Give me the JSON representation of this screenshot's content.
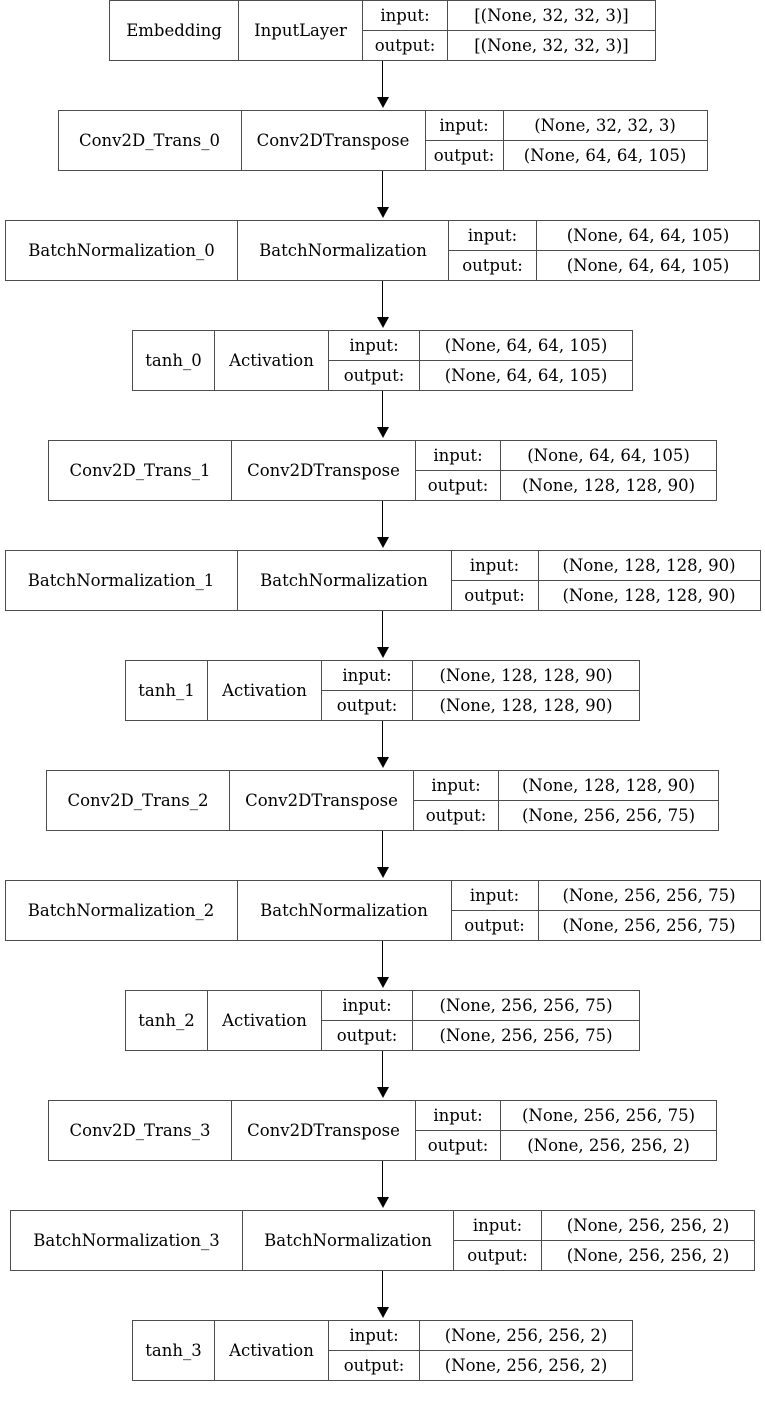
{
  "diagram": {
    "kind": "keras-model-plot",
    "orientation": "top-to-bottom",
    "io_labels": {
      "input": "input:",
      "output": "output:"
    },
    "arrow_icon": "arrow-down-icon",
    "layers": [
      {
        "name": "Embedding",
        "type": "InputLayer",
        "input_shape": "[(None, 32, 32, 3)]",
        "output_shape": "[(None, 32, 32, 3)]",
        "name_w": 129,
        "type_w": 124,
        "iolabel_w": 85,
        "iovalue_w": 207
      },
      {
        "name": "Conv2D_Trans_0",
        "type": "Conv2DTranspose",
        "input_shape": "(None, 32, 32, 3)",
        "output_shape": "(None, 64, 64, 105)",
        "name_w": 183,
        "type_w": 184,
        "iolabel_w": 78,
        "iovalue_w": 203
      },
      {
        "name": "BatchNormalization_0",
        "type": "BatchNormalization",
        "input_shape": "(None, 64, 64, 105)",
        "output_shape": "(None, 64, 64, 105)",
        "name_w": 232,
        "type_w": 211,
        "iolabel_w": 88,
        "iovalue_w": 222
      },
      {
        "name": "tanh_0",
        "type": "Activation",
        "input_shape": "(None, 64, 64, 105)",
        "output_shape": "(None, 64, 64, 105)",
        "name_w": 82,
        "type_w": 114,
        "iolabel_w": 91,
        "iovalue_w": 212
      },
      {
        "name": "Conv2D_Trans_1",
        "type": "Conv2DTranspose",
        "input_shape": "(None, 64, 64, 105)",
        "output_shape": "(None, 128, 128, 90)",
        "name_w": 183,
        "type_w": 184,
        "iolabel_w": 85,
        "iovalue_w": 215
      },
      {
        "name": "BatchNormalization_1",
        "type": "BatchNormalization",
        "input_shape": "(None, 128, 128, 90)",
        "output_shape": "(None, 128, 128, 90)",
        "name_w": 232,
        "type_w": 214,
        "iolabel_w": 87,
        "iovalue_w": 221
      },
      {
        "name": "tanh_1",
        "type": "Activation",
        "input_shape": "(None, 128, 128, 90)",
        "output_shape": "(None, 128, 128, 90)",
        "name_w": 82,
        "type_w": 114,
        "iolabel_w": 91,
        "iovalue_w": 226
      },
      {
        "name": "Conv2D_Trans_2",
        "type": "Conv2DTranspose",
        "input_shape": "(None, 128, 128, 90)",
        "output_shape": "(None, 256, 256, 75)",
        "name_w": 183,
        "type_w": 184,
        "iolabel_w": 85,
        "iovalue_w": 219
      },
      {
        "name": "BatchNormalization_2",
        "type": "BatchNormalization",
        "input_shape": "(None, 256, 256, 75)",
        "output_shape": "(None, 256, 256, 75)",
        "name_w": 232,
        "type_w": 214,
        "iolabel_w": 87,
        "iovalue_w": 221
      },
      {
        "name": "tanh_2",
        "type": "Activation",
        "input_shape": "(None, 256, 256, 75)",
        "output_shape": "(None, 256, 256, 75)",
        "name_w": 82,
        "type_w": 114,
        "iolabel_w": 91,
        "iovalue_w": 226
      },
      {
        "name": "Conv2D_Trans_3",
        "type": "Conv2DTranspose",
        "input_shape": "(None, 256, 256, 75)",
        "output_shape": "(None, 256, 256, 2)",
        "name_w": 183,
        "type_w": 184,
        "iolabel_w": 85,
        "iovalue_w": 215
      },
      {
        "name": "BatchNormalization_3",
        "type": "BatchNormalization",
        "input_shape": "(None, 256, 256, 2)",
        "output_shape": "(None, 256, 256, 2)",
        "name_w": 232,
        "type_w": 211,
        "iolabel_w": 88,
        "iovalue_w": 212
      },
      {
        "name": "tanh_3",
        "type": "Activation",
        "input_shape": "(None, 256, 256, 2)",
        "output_shape": "(None, 256, 256, 2)",
        "name_w": 82,
        "type_w": 114,
        "iolabel_w": 91,
        "iovalue_w": 212
      }
    ]
  },
  "colors": {
    "border": "#4d4d4d",
    "text": "#000000",
    "arrow": "#000000",
    "background": "#ffffff"
  }
}
